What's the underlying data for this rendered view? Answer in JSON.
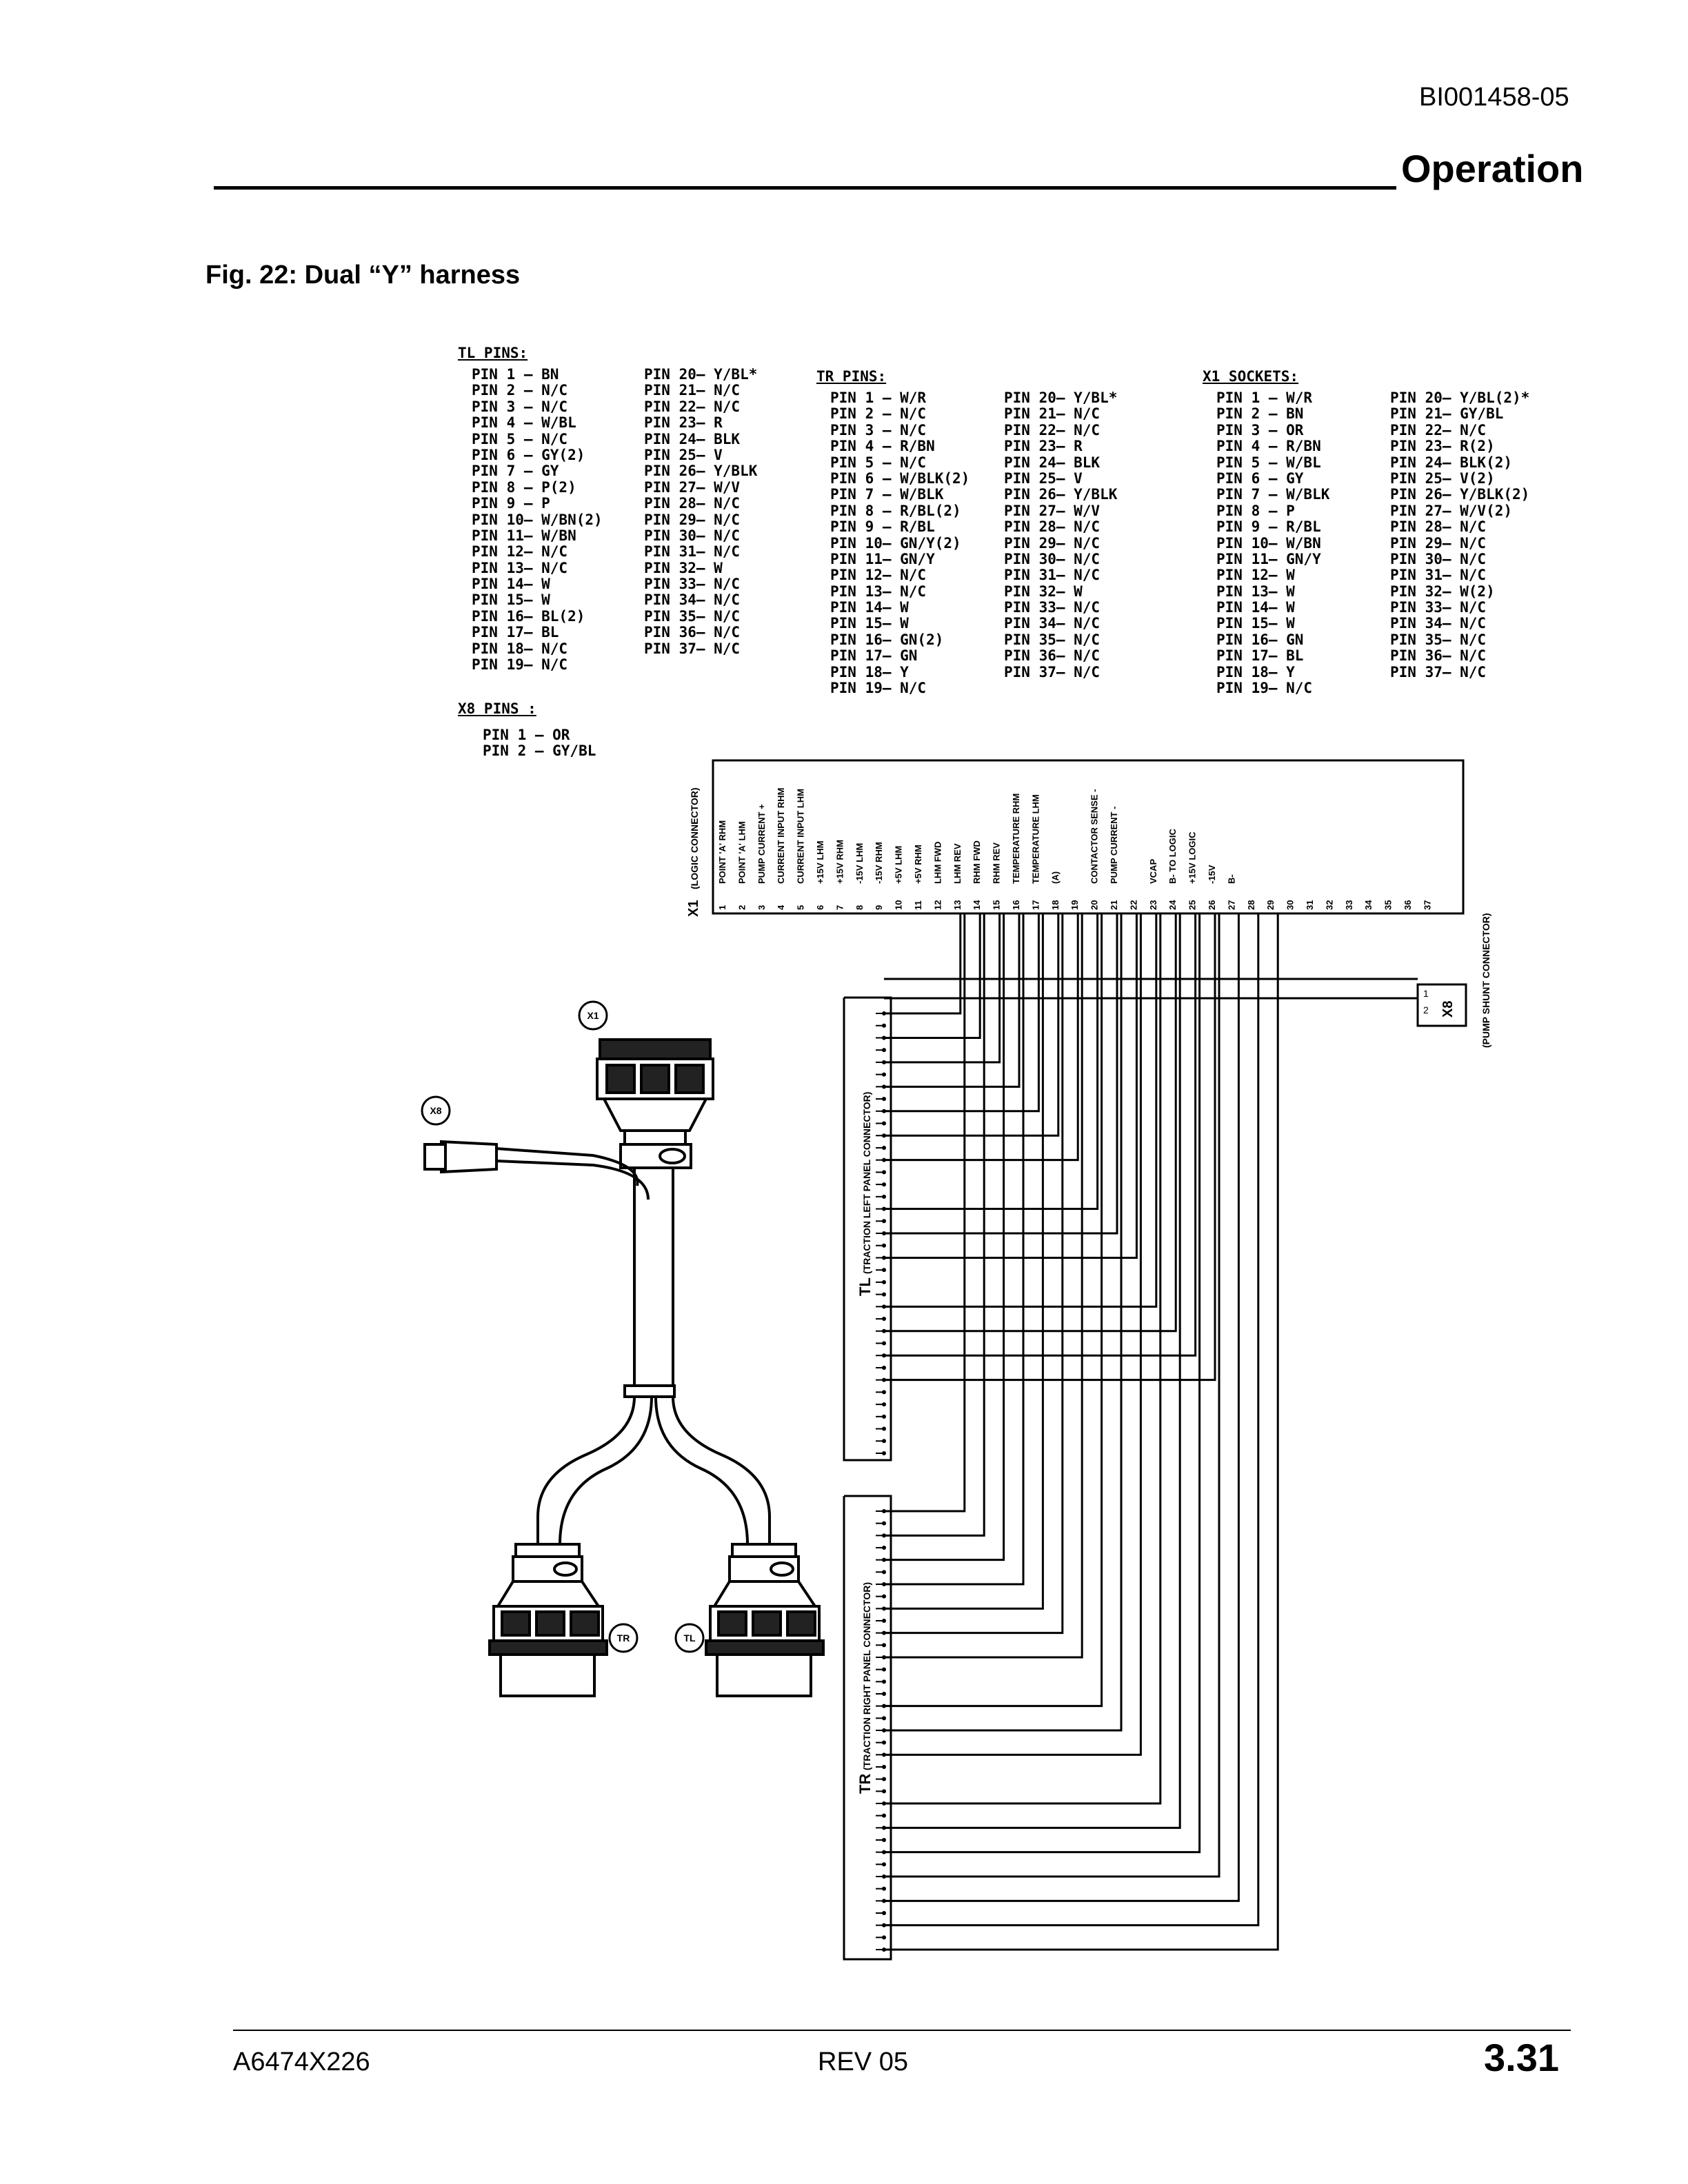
{
  "header": {
    "doc_id": "BI001458-05",
    "section": "Operation"
  },
  "figure": {
    "caption": "Fig. 22: Dual “Y” harness"
  },
  "tl_pins": {
    "title": "TL PINS:",
    "left": [
      "PIN 1 – BN",
      "PIN 2 – N/C",
      "PIN 3 – N/C",
      "PIN 4 – W/BL",
      "PIN 5 – N/C",
      "PIN 6 – GY(2)",
      "PIN 7 – GY",
      "PIN 8 – P(2)",
      "PIN 9 – P",
      "PIN 10– W/BN(2)",
      "PIN 11– W/BN",
      "PIN 12– N/C",
      "PIN 13– N/C",
      "PIN 14– W",
      "PIN 15– W",
      "PIN 16– BL(2)",
      "PIN 17– BL",
      "PIN 18– N/C",
      "PIN 19– N/C"
    ],
    "right": [
      "PIN 20– Y/BL*",
      "PIN 21– N/C",
      "PIN 22– N/C",
      "PIN 23– R",
      "PIN 24– BLK",
      "PIN 25– V",
      "PIN 26– Y/BLK",
      "PIN 27– W/V",
      "PIN 28– N/C",
      "PIN 29– N/C",
      "PIN 30– N/C",
      "PIN 31– N/C",
      "PIN 32– W",
      "PIN 33– N/C",
      "PIN 34– N/C",
      "PIN 35– N/C",
      "PIN 36– N/C",
      "PIN 37– N/C"
    ]
  },
  "tr_pins": {
    "title": "TR PINS:",
    "left": [
      "PIN 1 – W/R",
      "PIN 2 – N/C",
      "PIN 3 – N/C",
      "PIN 4 – R/BN",
      "PIN 5 – N/C",
      "PIN 6 – W/BLK(2)",
      "PIN 7 – W/BLK",
      "PIN 8 – R/BL(2)",
      "PIN 9 – R/BL",
      "PIN 10– GN/Y(2)",
      "PIN 11– GN/Y",
      "PIN 12– N/C",
      "PIN 13– N/C",
      "PIN 14– W",
      "PIN 15– W",
      "PIN 16– GN(2)",
      "PIN 17– GN",
      "PIN 18– Y",
      "PIN 19– N/C"
    ],
    "right": [
      "PIN 20– Y/BL*",
      "PIN 21– N/C",
      "PIN 22– N/C",
      "PIN 23– R",
      "PIN 24– BLK",
      "PIN 25– V",
      "PIN 26– Y/BLK",
      "PIN 27– W/V",
      "PIN 28– N/C",
      "PIN 29– N/C",
      "PIN 30– N/C",
      "PIN 31– N/C",
      "PIN 32– W",
      "PIN 33– N/C",
      "PIN 34– N/C",
      "PIN 35– N/C",
      "PIN 36– N/C",
      "PIN 37– N/C"
    ]
  },
  "x1_sockets": {
    "title": "X1 SOCKETS:",
    "left": [
      "PIN 1 – W/R",
      "PIN 2 – BN",
      "PIN 3 – OR",
      "PIN 4 – R/BN",
      "PIN 5 – W/BL",
      "PIN 6 – GY",
      "PIN 7 – W/BLK",
      "PIN 8 – P",
      "PIN 9 – R/BL",
      "PIN 10– W/BN",
      "PIN 11– GN/Y",
      "PIN 12– W",
      "PIN 13– W",
      "PIN 14– W",
      "PIN 15– W",
      "PIN 16– GN",
      "PIN 17– BL",
      "PIN 18– Y",
      "PIN 19– N/C"
    ],
    "right": [
      "PIN 20– Y/BL(2)*",
      "PIN 21– GY/BL",
      "PIN 22– N/C",
      "PIN 23– R(2)",
      "PIN 24– BLK(2)",
      "PIN 25– V(2)",
      "PIN 26– Y/BLK(2)",
      "PIN 27– W/V(2)",
      "PIN 28– N/C",
      "PIN 29– N/C",
      "PIN 30– N/C",
      "PIN 31– N/C",
      "PIN 32– W(2)",
      "PIN 33– N/C",
      "PIN 34– N/C",
      "PIN 35– N/C",
      "PIN 36– N/C",
      "PIN 37– N/C"
    ]
  },
  "x8_pins": {
    "title": "X8 PINS :",
    "items": [
      "PIN 1 – OR",
      "PIN 2 – GY/BL"
    ]
  },
  "x1_connector": {
    "label": "X1",
    "desc": "(LOGIC CONNECTOR)",
    "signals": [
      "POINT 'A' RHM",
      "POINT 'A' LHM",
      "PUMP CURRENT +",
      "CURRENT INPUT RHM",
      "CURRENT INPUT LHM",
      "+15V LHM",
      "+15V RHM",
      "-15V LHM",
      "-15V RHM",
      "+5V LHM",
      "+5V RHM",
      "LHM FWD",
      "LHM REV",
      "RHM FWD",
      "RHM REV",
      "TEMPERATURE RHM",
      "TEMPERATURE LHM",
      "(A)",
      "",
      "CONTACTOR SENSE -",
      "PUMP CURRENT -",
      "",
      "VCAP",
      "B- TO LOGIC",
      "+15V LOGIC",
      "-15V",
      "B-",
      "",
      "",
      "",
      "",
      "",
      "",
      "",
      "",
      "",
      ""
    ],
    "pin_count": 37
  },
  "x8_connector": {
    "label": "X8",
    "desc": "(PUMP SHUNT CONNECTOR)",
    "pins": [
      "1",
      "2"
    ]
  },
  "tl_connector": {
    "label": "TL",
    "desc": "(TRACTION LEFT PANEL CONNECTOR)"
  },
  "tr_connector": {
    "label": "TR",
    "desc": "(TRACTION RIGHT PANEL CONNECTOR)"
  },
  "drawing_labels": {
    "x1": "X1",
    "x8": "X8",
    "tr": "TR",
    "tl": "TL"
  },
  "footer": {
    "doc_number": "A6474X226",
    "revision": "REV 05",
    "page": "3.31"
  }
}
